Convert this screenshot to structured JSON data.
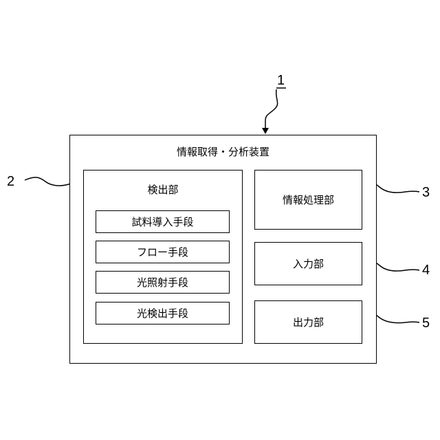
{
  "diagram": {
    "system_ref": "1",
    "system_title": "情報取得・分析装置",
    "detection_unit": {
      "ref": "2",
      "title": "検出部",
      "means": [
        "試料導入手段",
        "フロー手段",
        "光照射手段",
        "光検出手段"
      ]
    },
    "info_processing": {
      "ref": "3",
      "title": "情報処理部"
    },
    "input_unit": {
      "ref": "4",
      "title": "入力部"
    },
    "output_unit": {
      "ref": "5",
      "title": "出力部"
    }
  }
}
